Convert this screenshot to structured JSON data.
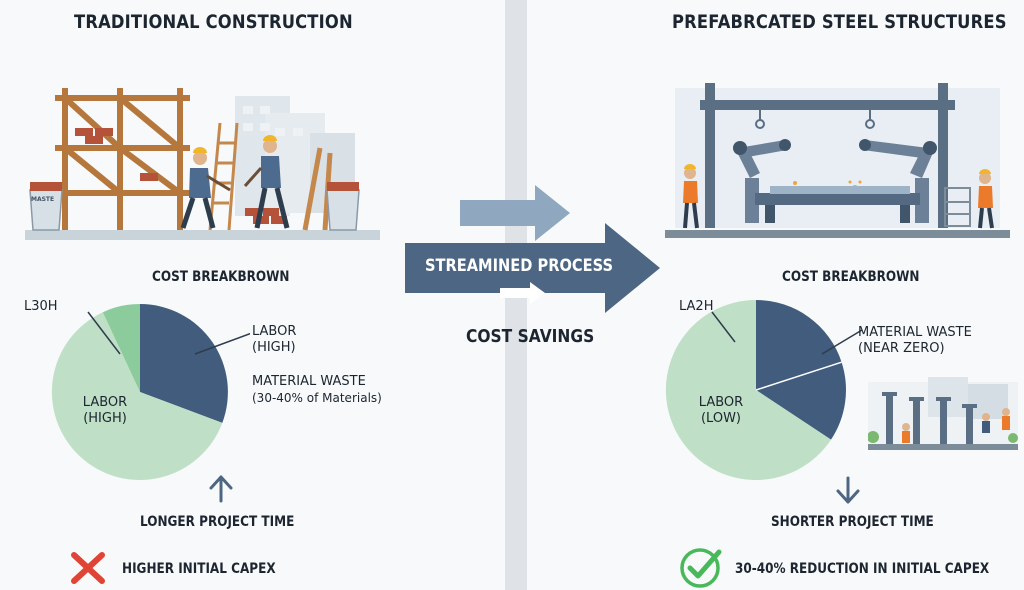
{
  "left": {
    "title": "TRADITIONAL CONSTRUCTION",
    "cost_title": "COST BREAKBROWN",
    "pie_small_label": "L30H",
    "labor_high_right_1": "LABOR",
    "labor_high_right_2": "(HIGH)",
    "material_waste_1": "MATERIAL WASTE",
    "material_waste_2": "(30-40% of Materials)",
    "pie_center_1": "LABOR",
    "pie_center_2": "(HIGH)",
    "time_label": "LONGER PROJECT TIME",
    "capex_label": "HIGHER INITIAL CAPEX",
    "bucket_text": "MASTE"
  },
  "middle": {
    "process_label": "STREAMINED PROCESS",
    "savings_label": "COST SAVINGS"
  },
  "right": {
    "title": "PREFABRCATED STEEL STRUCTURES",
    "cost_title": "COST BREAKBROWN",
    "pie_small_label": "LA2H",
    "material_waste_1": "MATERIAL WASTE",
    "material_waste_2": "(NEAR ZERO)",
    "pie_center_1": "LABOR",
    "pie_center_2": "(LOW)",
    "time_label": "SHORTER PROJECT TIME",
    "capex_label": "30-40% REDUCTION IN INITIAL CAPEX"
  },
  "colors": {
    "pie_green": "#bfe0c6",
    "pie_blue": "#415c7d",
    "pie_mid_green": "#8ccc9c",
    "arrow_light": "#8fa8bf",
    "arrow_dark": "#4c6684",
    "red_x": "#e04436",
    "green_check": "#49b85a"
  }
}
